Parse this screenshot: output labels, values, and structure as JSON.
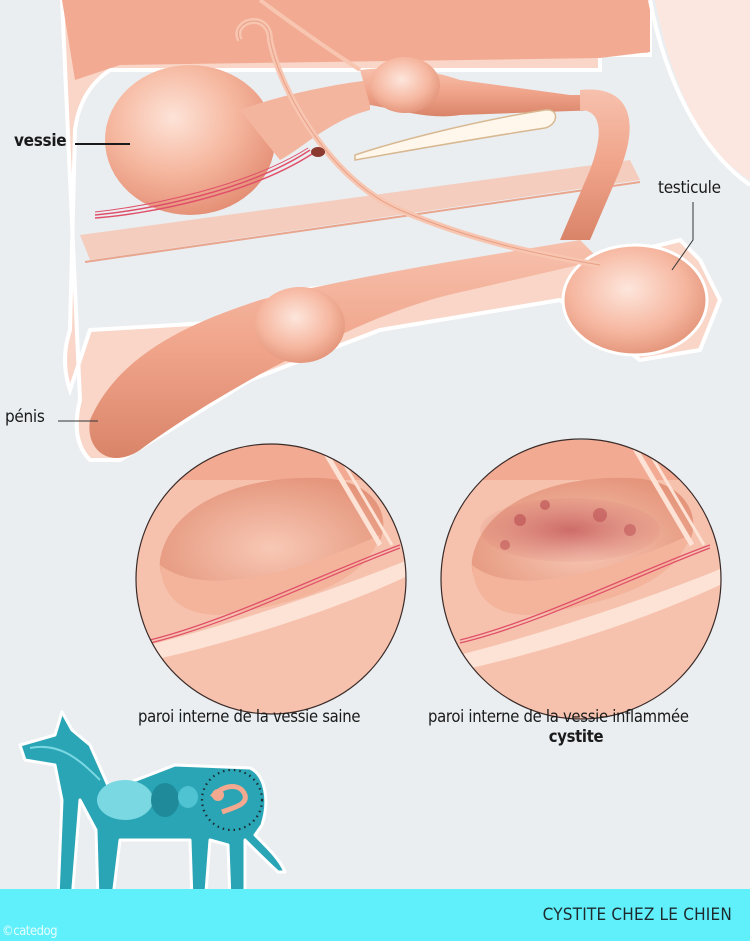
{
  "diagram": {
    "title": "CYSTITE CHEZ LE CHIEN",
    "copyright": "©catedog",
    "labels": {
      "bladder": "vessie",
      "testicle": "testicule",
      "penis": "pénis"
    },
    "insets": [
      {
        "caption": "paroi interne de la vessie saine",
        "state": "healthy"
      },
      {
        "caption": "paroi interne de la vessie inflammée",
        "subcaption": "cystite",
        "state": "inflamed"
      }
    ],
    "dog_figure": {
      "highlight": "urinary-tract",
      "highlight_style": "dotted-circle"
    },
    "colors": {
      "background": "#eaeef1",
      "footer": "#5ff0fb",
      "tissue": "#f2a98f",
      "tissue_light": "#f9d5c6",
      "organ": "#f0a58a",
      "vessel": "#e0506a",
      "dog": "#2aa5b5",
      "dog_light": "#7ad8e3"
    }
  }
}
